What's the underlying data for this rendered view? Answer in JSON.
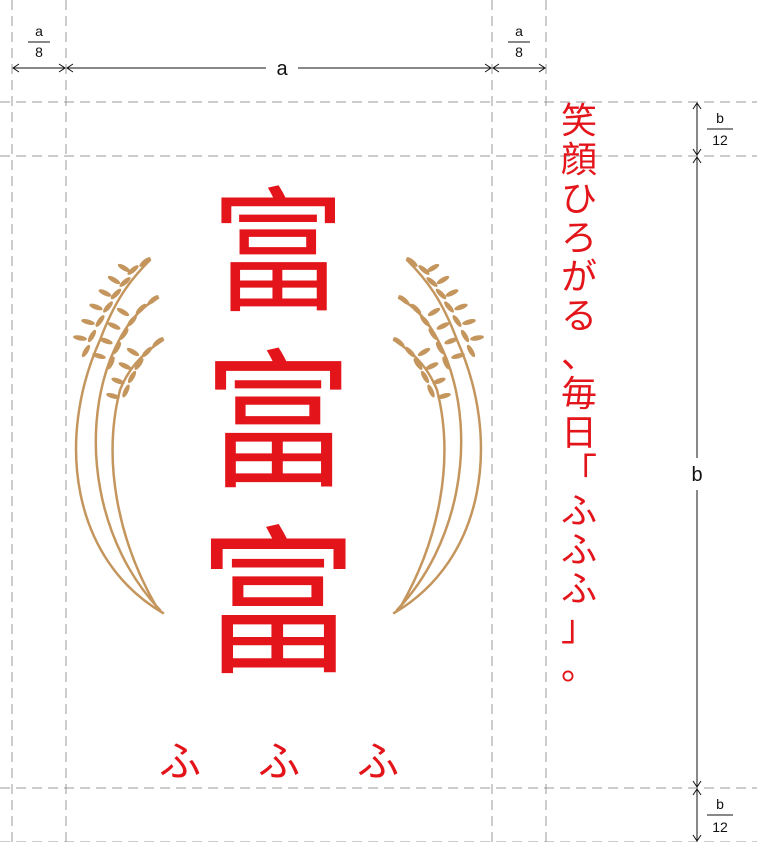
{
  "dimensions": {
    "left_margin": "a/8",
    "width": "a",
    "right_margin": "a/8",
    "top_margin": "b/12",
    "height": "b",
    "bottom_margin": "b/12",
    "frac_a_numerator": "a",
    "frac_b_numerator": "b",
    "frac_8": "8",
    "frac_12": "12"
  },
  "logo": {
    "kanji": [
      "富",
      "富",
      "富"
    ],
    "subtitle": [
      "ふ",
      "ふ",
      "ふ"
    ]
  },
  "tagline": [
    "笑",
    "顔",
    "ひ",
    "ろ",
    "が",
    "る",
    "、",
    "毎",
    "日",
    "「",
    "ふ",
    "ふ",
    "ふ",
    "」",
    "。"
  ],
  "colors": {
    "accent_red": "#e3151b",
    "wheat_tan": "#c4965e",
    "guide_gray": "#9a9a9a",
    "dimension_line": "#111111"
  }
}
